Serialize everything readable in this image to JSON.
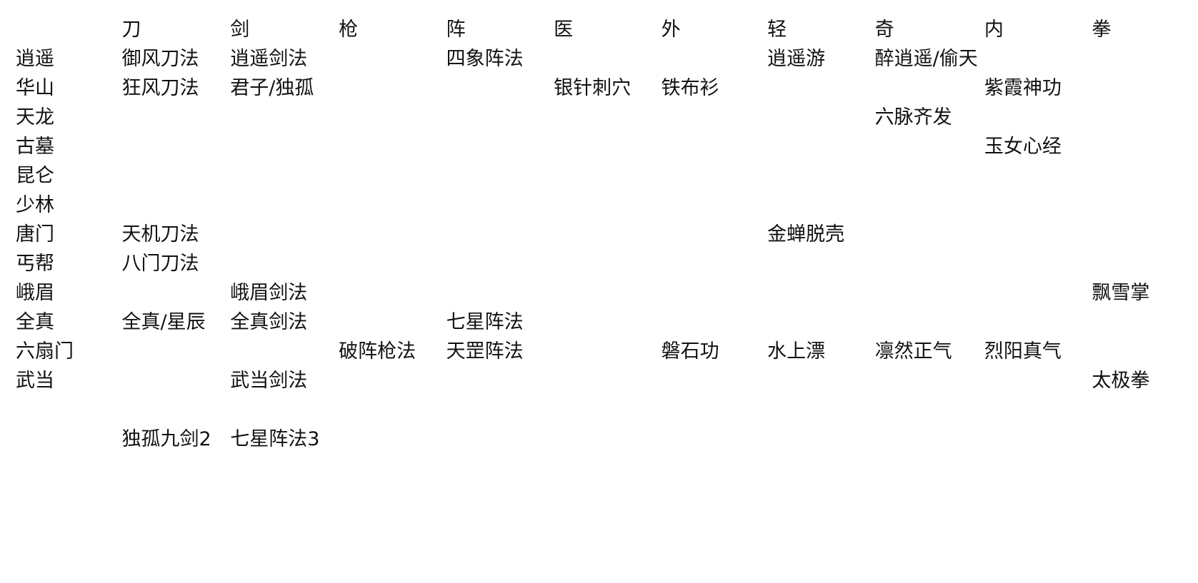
{
  "sheet": {
    "rows": [
      [
        "",
        "刀",
        "剑",
        "枪",
        "阵",
        "医",
        "外",
        "轻",
        "奇",
        "内",
        "拳"
      ],
      [
        "逍遥",
        "御风刀法",
        "逍遥剑法",
        "",
        "四象阵法",
        "",
        "",
        "逍遥游",
        "醉逍遥/偷天",
        "",
        ""
      ],
      [
        "华山",
        "狂风刀法",
        "君子/独孤",
        "",
        "",
        "银针刺穴",
        "铁布衫",
        "",
        "",
        "紫霞神功",
        ""
      ],
      [
        "天龙",
        "",
        "",
        "",
        "",
        "",
        "",
        "",
        "六脉齐发",
        "",
        ""
      ],
      [
        "古墓",
        "",
        "",
        "",
        "",
        "",
        "",
        "",
        "",
        "玉女心经",
        ""
      ],
      [
        "昆仑",
        "",
        "",
        "",
        "",
        "",
        "",
        "",
        "",
        "",
        ""
      ],
      [
        "少林",
        "",
        "",
        "",
        "",
        "",
        "",
        "",
        "",
        "",
        ""
      ],
      [
        "唐门",
        "天机刀法",
        "",
        "",
        "",
        "",
        "",
        "金蝉脱壳",
        "",
        "",
        ""
      ],
      [
        "丐帮",
        "八门刀法",
        "",
        "",
        "",
        "",
        "",
        "",
        "",
        "",
        ""
      ],
      [
        "峨眉",
        "",
        "峨眉剑法",
        "",
        "",
        "",
        "",
        "",
        "",
        "",
        "飘雪掌"
      ],
      [
        "全真",
        "全真/星辰",
        "全真剑法",
        "",
        "七星阵法",
        "",
        "",
        "",
        "",
        "",
        ""
      ],
      [
        "六扇门",
        "",
        "",
        "破阵枪法",
        "天罡阵法",
        "",
        "磐石功",
        "水上漂",
        "凛然正气",
        "烈阳真气",
        ""
      ],
      [
        "武当",
        "",
        "武当剑法",
        "",
        "",
        "",
        "",
        "",
        "",
        "",
        "太极拳"
      ],
      [
        "",
        "",
        "",
        "",
        "",
        "",
        "",
        "",
        "",
        "",
        ""
      ],
      [
        "",
        "独孤九剑2",
        "七星阵法3",
        "",
        "",
        "",
        "",
        "",
        "",
        "",
        ""
      ]
    ]
  }
}
